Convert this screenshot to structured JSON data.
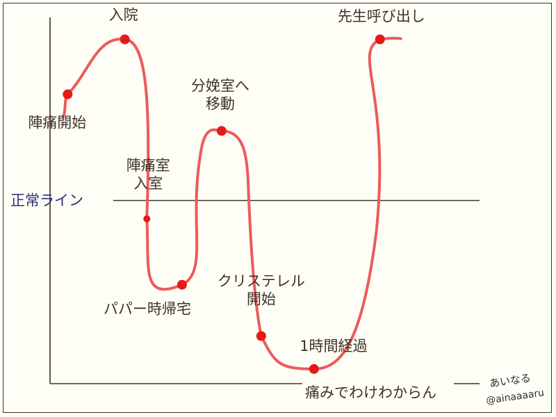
{
  "chart_data": {
    "type": "line",
    "title": "",
    "xlabel": "",
    "ylabel": "",
    "ylim": [
      0,
      100
    ],
    "reference_line": {
      "label": "正常ライン",
      "value": 50
    },
    "series": [
      {
        "values": [
          {
            "x": 4,
            "y": 79,
            "label": "陣痛開始"
          },
          {
            "x": 17,
            "y": 94,
            "label": "入院"
          },
          {
            "x": 22,
            "y": 45,
            "label": "陣痛室入室"
          },
          {
            "x": 30,
            "y": 27,
            "label": "パパー時帰宅"
          },
          {
            "x": 39,
            "y": 69,
            "label": "分娩室へ移動"
          },
          {
            "x": 48,
            "y": 13,
            "label": "クリステレル開始"
          },
          {
            "x": 60,
            "y": 4,
            "label": "1時間経過"
          },
          {
            "x": 75,
            "y": 94,
            "label": "先生呼び出し"
          }
        ]
      }
    ],
    "bottom_label": "痛みでわけわからん",
    "signature": {
      "name": "あいなる",
      "handle": "@ainaaaaru"
    }
  }
}
